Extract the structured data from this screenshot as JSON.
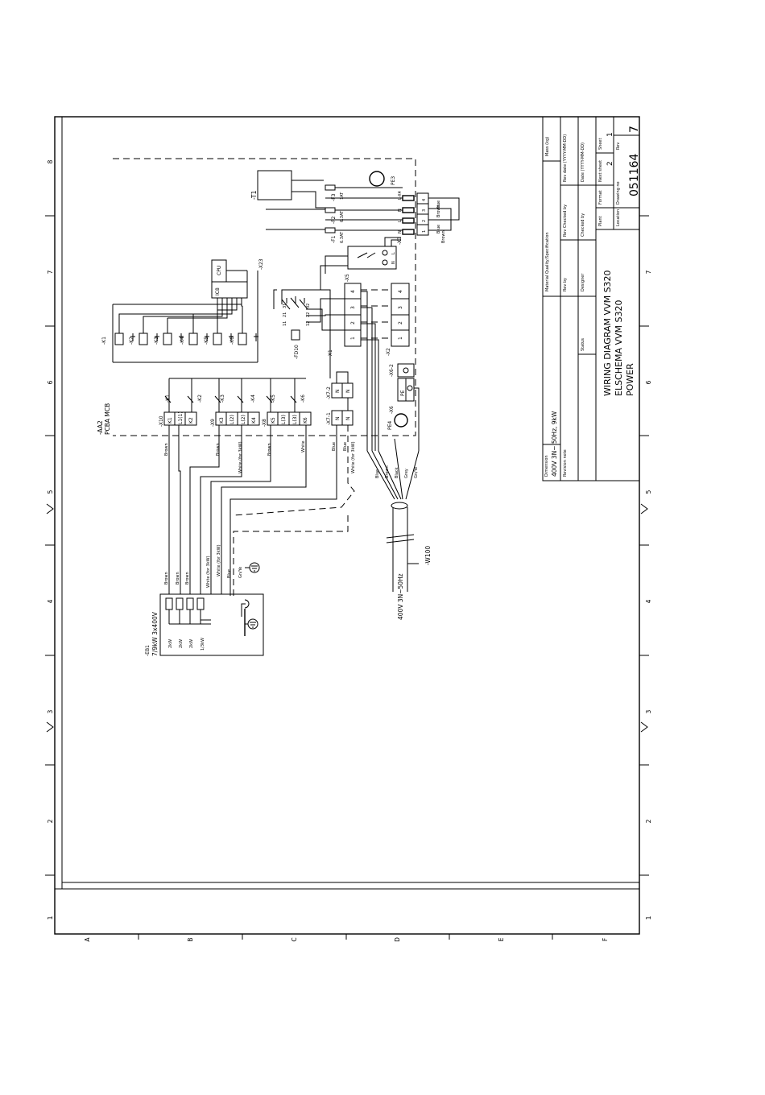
{
  "border": {
    "col_numbers": [
      "1",
      "2",
      "3",
      "4",
      "5",
      "6",
      "7",
      "8"
    ],
    "row_letters": [
      "A",
      "B",
      "C",
      "D",
      "E",
      "F"
    ]
  },
  "title_block": {
    "mass_label": "Mass (kg)",
    "material_label": "Material Quality/Specification",
    "rev_date_label": "Rev date (YYYY-MM-DD)",
    "rev_checked_label": "Rev Checked by",
    "rev_by_label": "Rev by",
    "date_label": "Date (YYYY-MM-DD)",
    "checked_label": "Checked by",
    "designer_label": "Designer",
    "status_label": "Status",
    "next_sheet_label": "Next sheet",
    "sheet_label": "Sheet",
    "next_sheet_value": "2",
    "sheet_value": "1",
    "format_label": "Format",
    "plant_label": "Plant",
    "rev_label": "Rev",
    "drawing_no_label": "Drawing no",
    "location_label": "Location",
    "drawing_no": "051164",
    "rev_value": "7",
    "dimension_label": "Dimension",
    "dimension_value": "400V 3N~ 50Hz, 9kW",
    "revision_note_label": "Revision note",
    "title_en": "WIRING DIAGRAM VVM S320",
    "title_se": "ELSCHEMA VVM S320",
    "subtitle": "POWER"
  },
  "diagram": {
    "aa2": "-AA2",
    "pcba": "PCBA MCB",
    "x10": "-X10",
    "x9": "-X9",
    "x8": "-X8",
    "k1": "-K1",
    "k2": "-K2",
    "k3": "-K3",
    "k4": "-K4",
    "k5": "-K5",
    "k6": "-K6",
    "x10_terms": [
      "K1",
      "L1(1)",
      "K2"
    ],
    "x9_terms": [
      "K3",
      "L(2)",
      "L(2)",
      "K4"
    ],
    "x8_terms": [
      "K5",
      "L(3)",
      "L(3)",
      "K6"
    ],
    "wire_brown": "Brown",
    "wire_white_3kw": "White (for 3kW)",
    "wire_white": "White",
    "wire_blue": "Blue",
    "wire_black": "Black",
    "wire_grey": "Grey",
    "wire_green_yellow": "Gn/Ye",
    "eb1": "-EB1",
    "eb1_rating": "7/9kW 3x400V",
    "eb1_steps": [
      "2kW",
      "2kW",
      "2kW",
      "1/3kW"
    ],
    "x7_1": "-X7-1",
    "x7_2": "-X7-2",
    "n": "N",
    "x1": "-X1",
    "x2": "-X2",
    "x5": "-X5",
    "x3": "-X3",
    "x4": "-X4",
    "x6": "-X6",
    "x6_2": "-X6-2",
    "pe": "PE",
    "pe3": "PE3",
    "pe4": "PE4",
    "terms_1234": [
      "1",
      "2",
      "3",
      "4"
    ],
    "fd10": "-FD10",
    "fd10_contacts": [
      "11",
      "21",
      "31",
      "12",
      "22",
      "32"
    ],
    "relay_labels": [
      "-K1",
      "-K2",
      "-K3",
      "-K4",
      "-K5",
      "-K6"
    ],
    "cpu": "CPU",
    "ic8": "IC8",
    "x23": "-X23",
    "t1": "-T1",
    "f1": "-F1",
    "f2": "-F2",
    "f3": "-F3",
    "fuse_f1": "6.3AT",
    "fuse_f2": "6.3AT",
    "fuse_f3": "1AT",
    "xs_l": "L",
    "xs_n": "N",
    "l_x4": "L-X4",
    "w100": "-W100",
    "supply": "400V 3N~50Hz"
  }
}
